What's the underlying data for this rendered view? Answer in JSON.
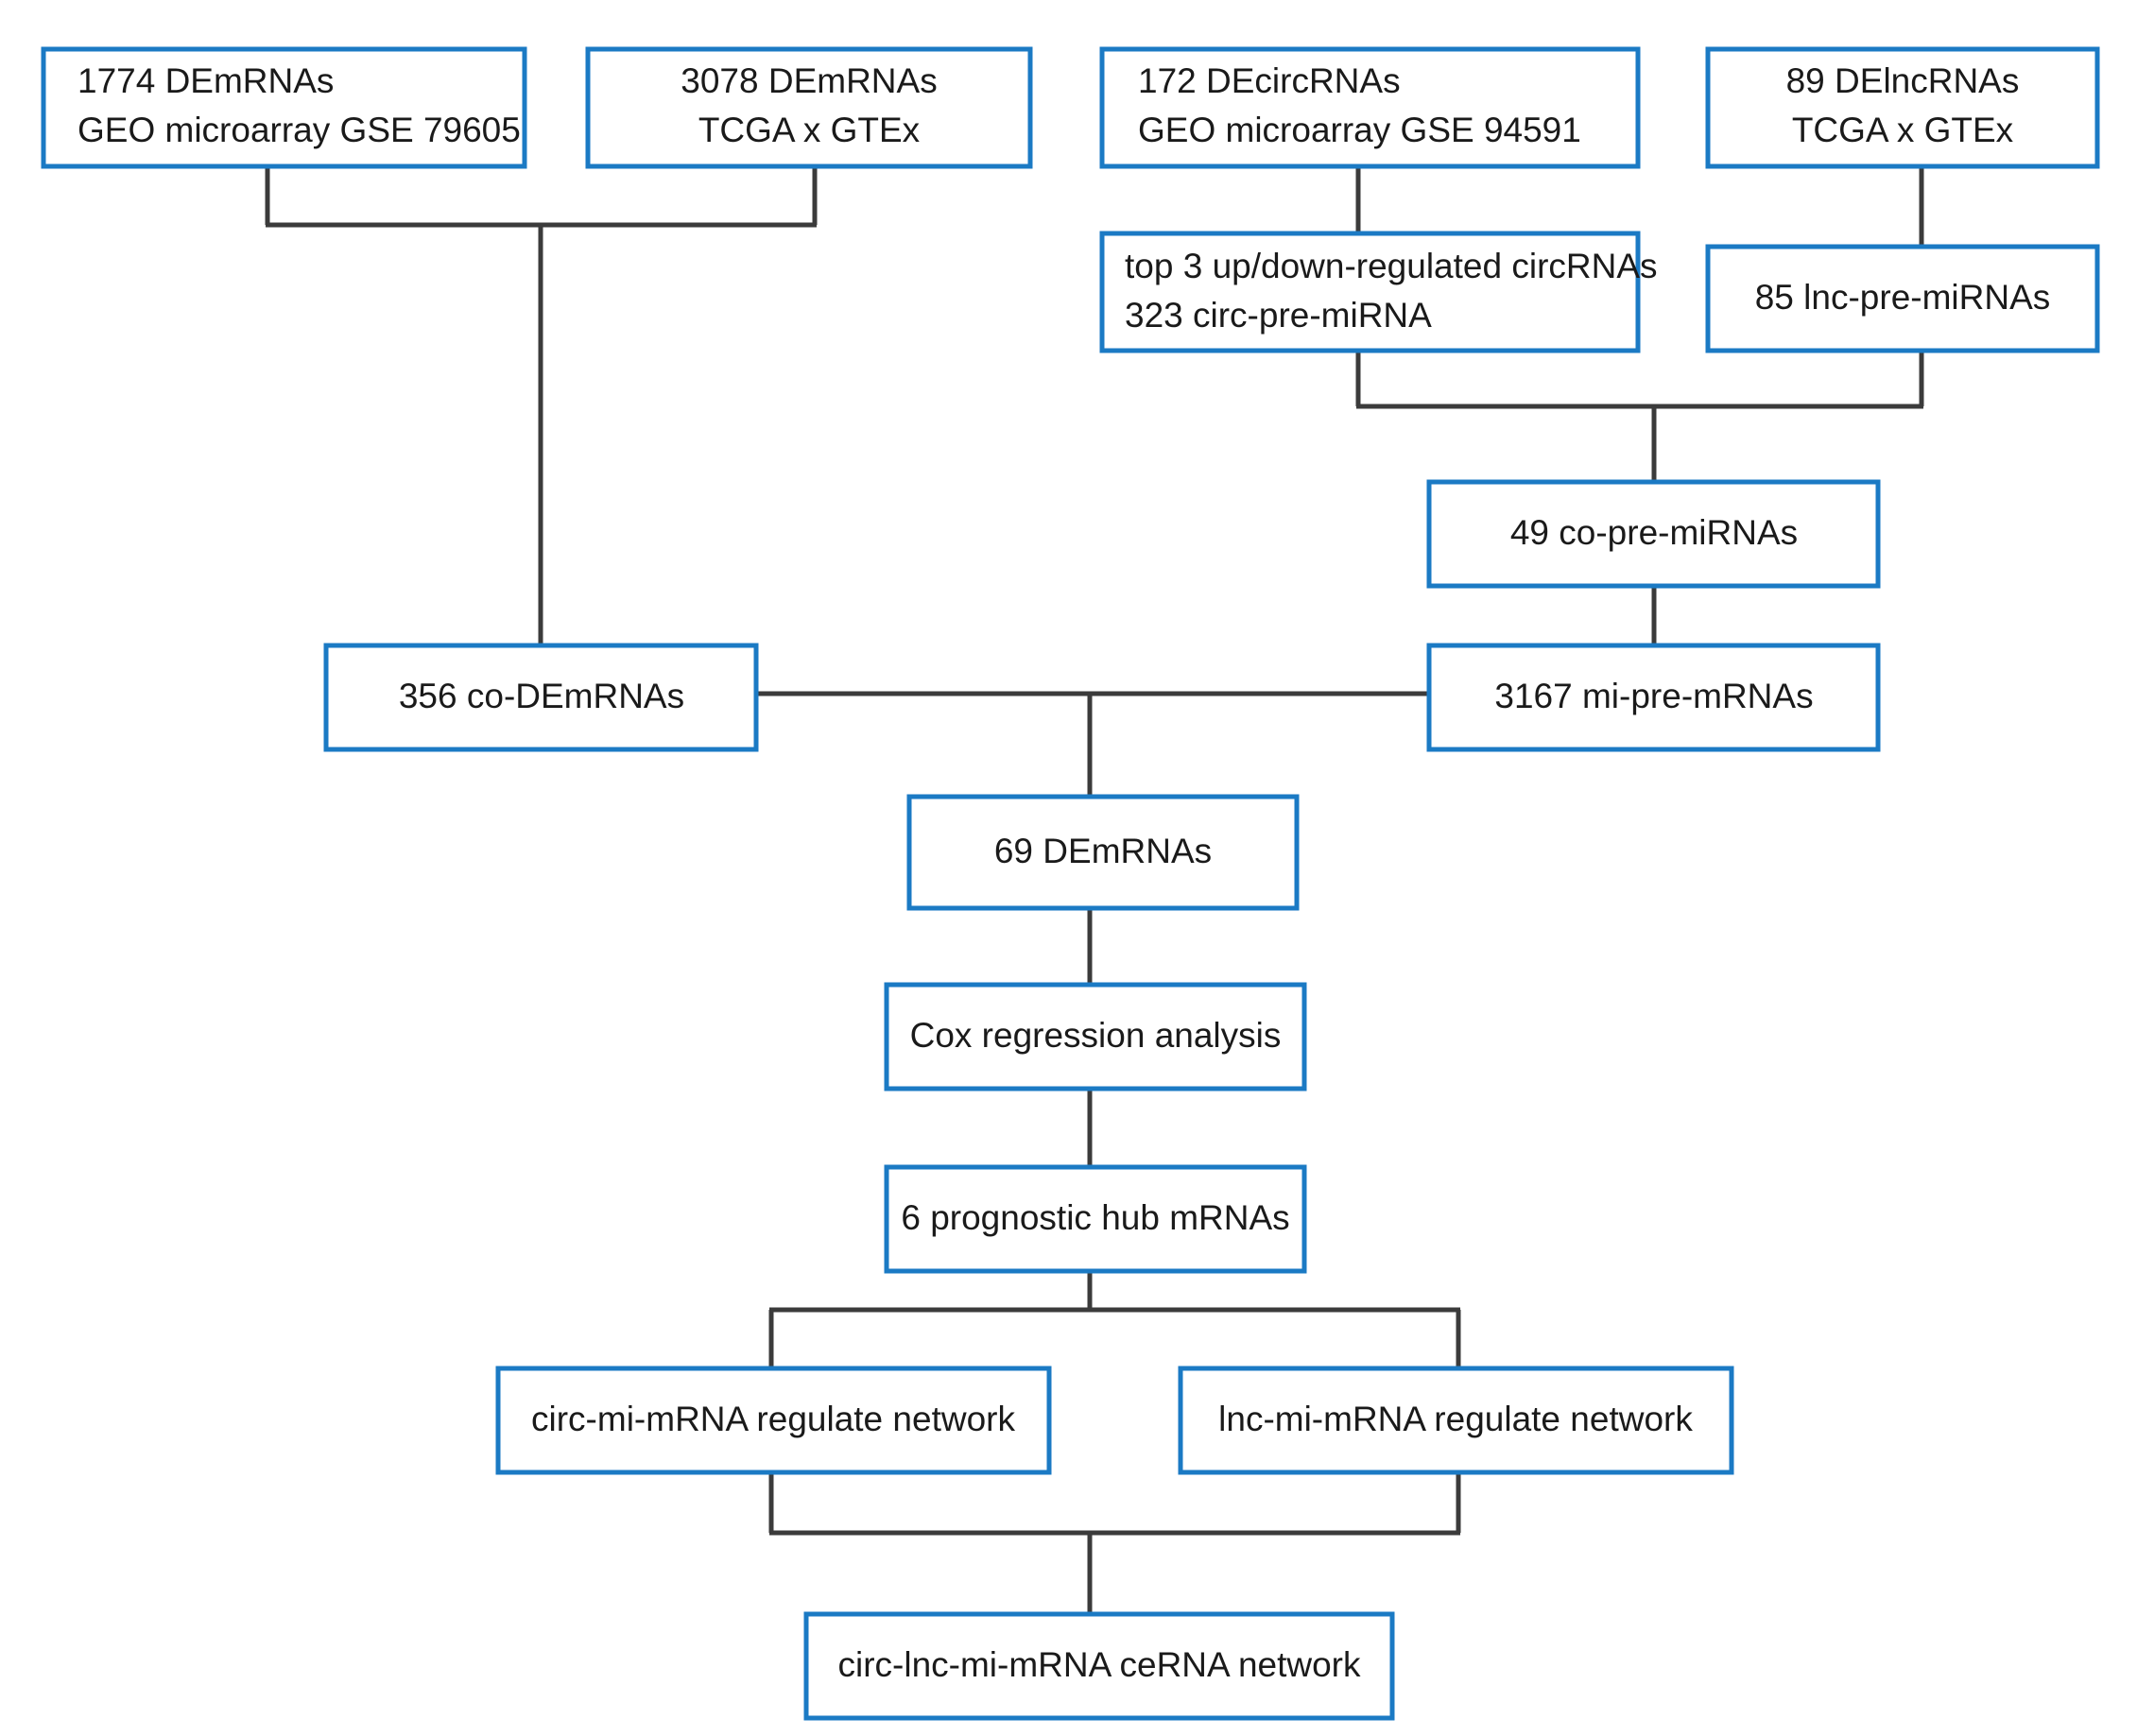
{
  "diagram": {
    "title": "ceRNA network construction flowchart",
    "accent_color": "#1b7ac4",
    "line_color": "#3b3b3b",
    "background_color": "#ffffff",
    "text_color": "#1a1a1a"
  },
  "nodes": {
    "demrna_geo": {
      "line1": "1774 DEmRNAs",
      "line2": "GEO microarray GSE 79605"
    },
    "demrna_tcga": {
      "line1": "3078 DEmRNAs",
      "line2": "TCGA x GTEx"
    },
    "decircrna_geo": {
      "line1": "172 DEcircRNAs",
      "line2": "GEO microarray GSE 94591"
    },
    "delncrna_tcga": {
      "line1": "89 DElncRNAs",
      "line2": "TCGA x GTEx"
    },
    "circ_pre_mirna": {
      "line1": "top 3 up/down-regulated circRNAs",
      "line2": "323 circ-pre-miRNA"
    },
    "lnc_pre_mirna": {
      "line1": "85 lnc-pre-miRNAs"
    },
    "co_pre_mirnas": {
      "line1": "49 co-pre-miRNAs"
    },
    "co_demrnas": {
      "line1": "356 co-DEmRNAs"
    },
    "mi_pre_mrnas": {
      "line1": "3167 mi-pre-mRNAs"
    },
    "demrnas_69": {
      "line1": "69 DEmRNAs"
    },
    "cox_regression": {
      "line1": "Cox regression analysis"
    },
    "hub_mrnas": {
      "line1": "6 prognostic hub mRNAs"
    },
    "circ_network": {
      "line1": "circ-mi-mRNA regulate network"
    },
    "lnc_network": {
      "line1": "lnc-mi-mRNA regulate network"
    },
    "cerna_network": {
      "line1": "circ-lnc-mi-mRNA ceRNA network"
    }
  }
}
